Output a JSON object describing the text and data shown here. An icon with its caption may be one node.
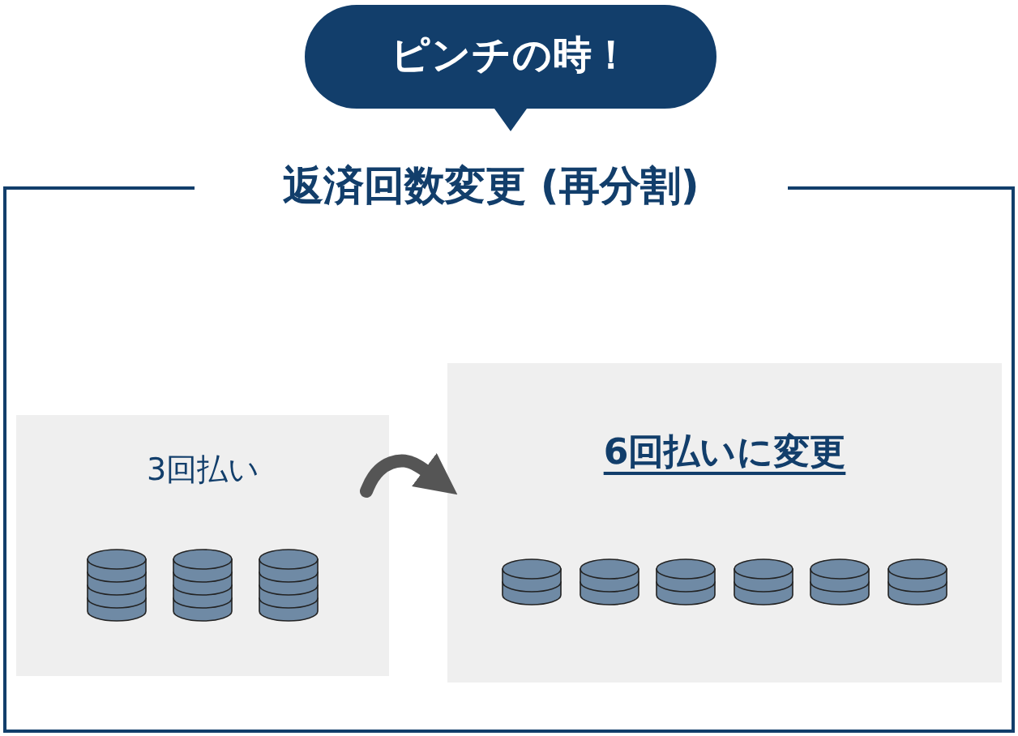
{
  "diagram": {
    "nodes": [
      {
        "text": [
          "ピンチの時！"
        ]
      },
      {
        "text": [
          "返済回数変更 (再分割)"
        ]
      },
      {
        "text": [
          "3回払い"
        ],
        "in": 1
      },
      {
        "text": [
          "6回払いに変更"
        ],
        "in": 1
      }
    ],
    "edges": [
      {
        "from": 2,
        "to": 3,
        "arrow": "to"
      }
    ]
  }
}
